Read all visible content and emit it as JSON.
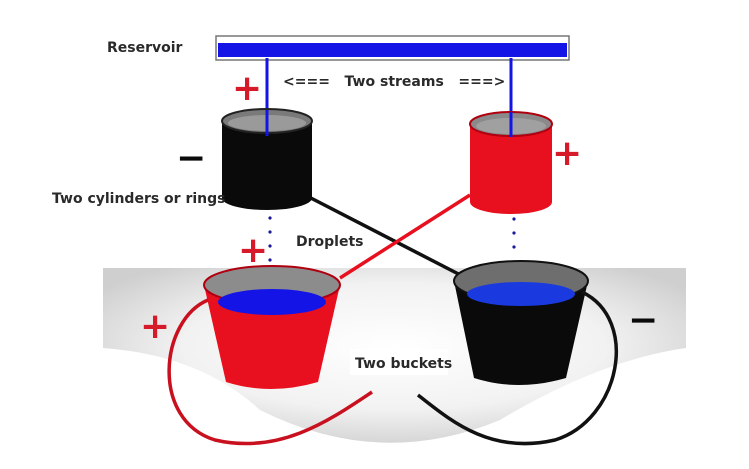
{
  "labels": {
    "reservoir": "Reservoir",
    "streams": "<===   Two streams   ===>",
    "cylinders": "Two cylinders or rings",
    "droplets": "Droplets",
    "buckets": "Two buckets"
  },
  "signs": {
    "left_stream": "+",
    "left_cylinder": "−",
    "right_cylinder": "+",
    "left_droplets": "+",
    "left_bucket": "+",
    "right_bucket": "−"
  },
  "colors": {
    "water_blue": "#1414e6",
    "red": "#e8101e",
    "black": "#0a0a0a",
    "sign_red": "#d61a2a"
  }
}
